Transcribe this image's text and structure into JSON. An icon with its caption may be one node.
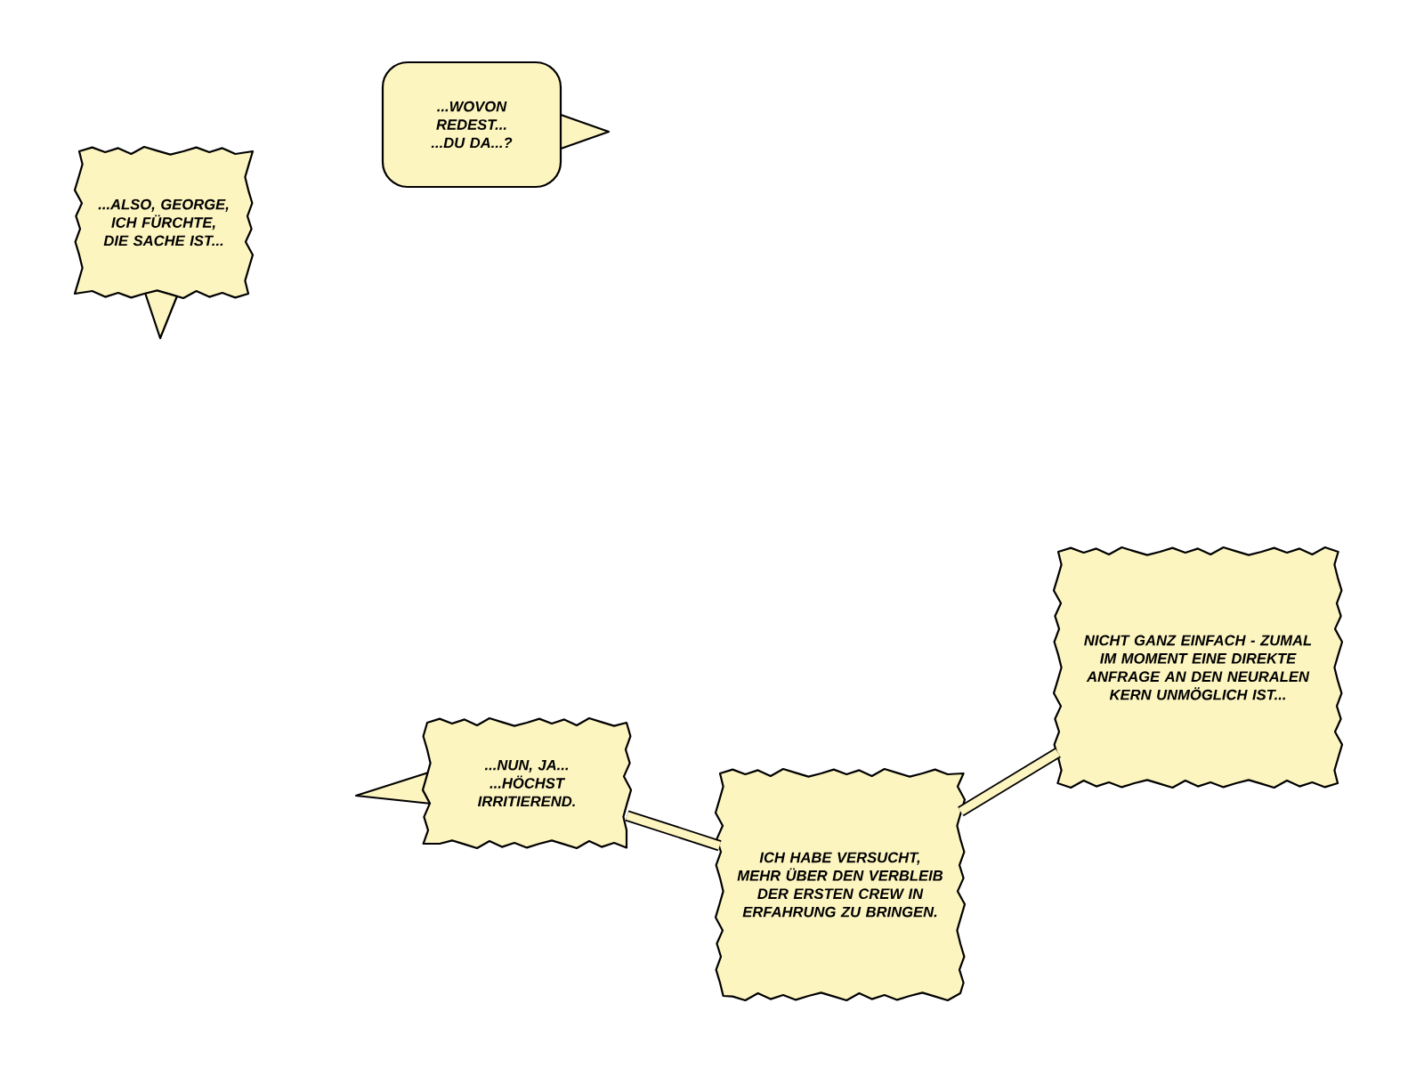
{
  "diagram": {
    "nodes": [
      {
        "text": [
          "...WOVON REDEST... ...DU DA...?"
        ]
      },
      {
        "text": [
          "...ALSO, GEORGE, ICH FÜRCHTE, DIE SACHE IST..."
        ]
      },
      {
        "text": [
          "...NUN, JA... ...HÖCHST IRRITIEREND."
        ]
      },
      {
        "text": [
          "ICH HABE VERSUCHT, MEHR ÜBER DEN VERBLEIB DER ERSTEN CREW IN ERFAHRUNG ZU BRINGEN."
        ]
      },
      {
        "text": [
          "NICHT GANZ EINFACH - ZUMAL IM MOMENT EINE DIREKTE ANFRAGE AN DEN NEURALEN KERN UNMÖGLICH IST..."
        ]
      }
    ],
    "edges": [
      {
        "from": 2,
        "to": 3,
        "arrow": "none"
      },
      {
        "from": 3,
        "to": 4,
        "arrow": "none"
      }
    ]
  }
}
